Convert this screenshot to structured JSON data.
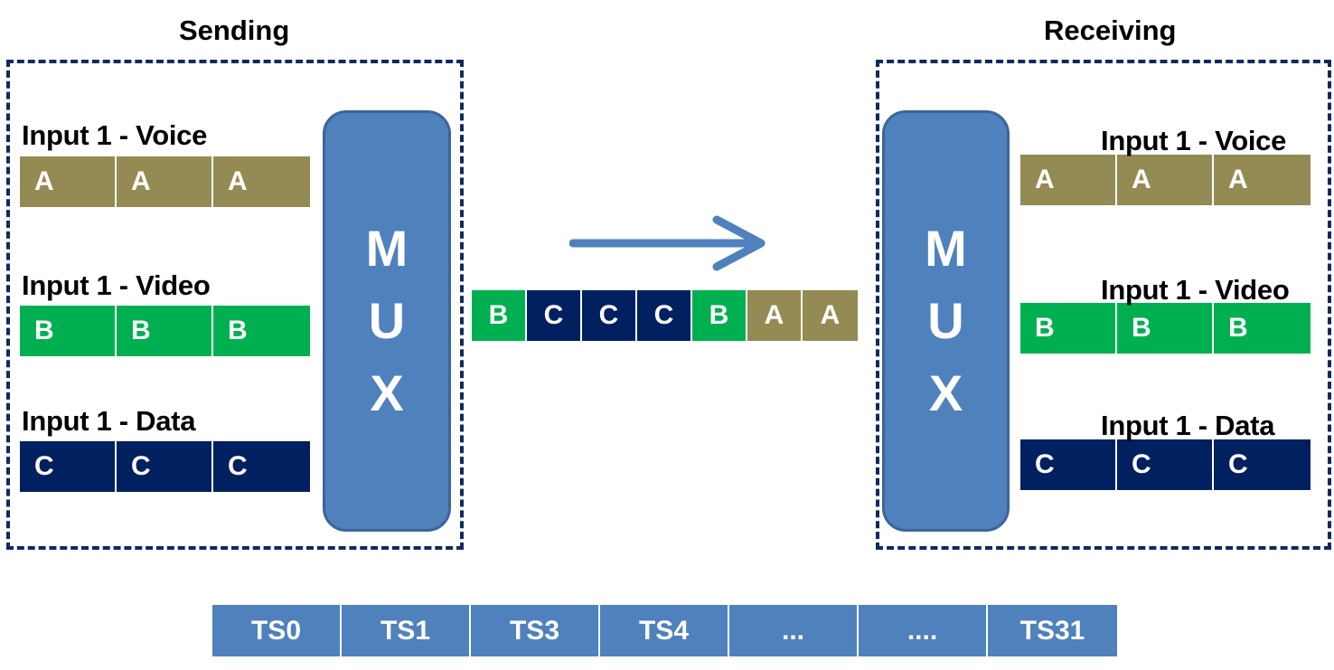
{
  "sending": {
    "title": "Sending",
    "mux_letters": [
      "M",
      "U",
      "X"
    ],
    "streams": [
      {
        "label": "Input 1 - Voice",
        "cells": [
          "A",
          "A",
          "A"
        ],
        "color": "#948a54"
      },
      {
        "label": "Input 1 - Video",
        "cells": [
          "B",
          "B",
          "B"
        ],
        "color": "#00b050"
      },
      {
        "label": "Input 1 - Data",
        "cells": [
          "C",
          "C",
          "C"
        ],
        "color": "#002060"
      }
    ]
  },
  "receiving": {
    "title": "Receiving",
    "mux_letters": [
      "M",
      "U",
      "X"
    ],
    "streams": [
      {
        "label": "Input 1 - Voice",
        "cells": [
          "A",
          "A",
          "A"
        ],
        "color": "#948a54"
      },
      {
        "label": "Input 1 - Video",
        "cells": [
          "B",
          "B",
          "B"
        ],
        "color": "#00b050"
      },
      {
        "label": "Input 1 - Data",
        "cells": [
          "C",
          "C",
          "C"
        ],
        "color": "#002060"
      }
    ]
  },
  "multiplexed": {
    "cells": [
      {
        "text": "B",
        "color": "#00b050"
      },
      {
        "text": "C",
        "color": "#002060"
      },
      {
        "text": "C",
        "color": "#002060"
      },
      {
        "text": "C",
        "color": "#002060"
      },
      {
        "text": "B",
        "color": "#00b050"
      },
      {
        "text": "A",
        "color": "#948a54"
      },
      {
        "text": "A",
        "color": "#948a54"
      }
    ],
    "arrow_icon": "arrow-right-icon",
    "arrow_color": "#4f81bd"
  },
  "timeslots": [
    "TS0",
    "TS1",
    "TS3",
    "TS4",
    "...",
    "....",
    "TS31"
  ],
  "colors": {
    "frame": "#0f2a5e",
    "mux": "#4f81bd",
    "timeslot": "#4f81bd"
  }
}
